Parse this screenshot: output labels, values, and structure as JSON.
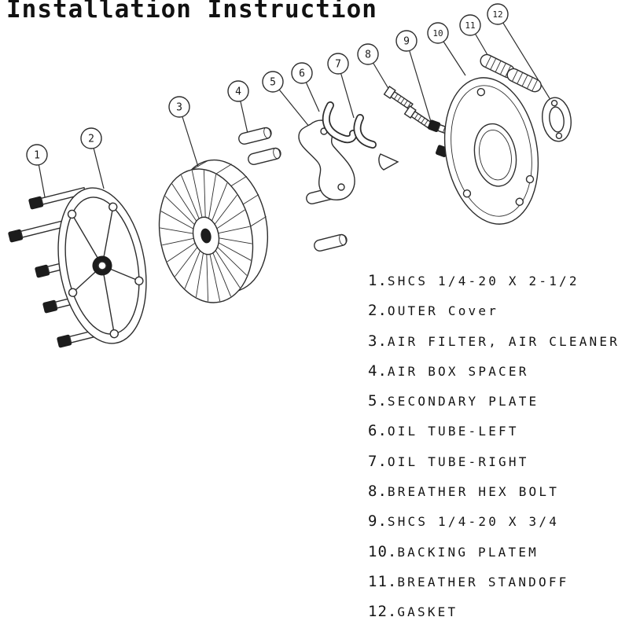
{
  "page": {
    "title": "Installation Instruction",
    "background_color": "#ffffff",
    "line_color": "#2d2d2d",
    "text_color": "#1a1a1a"
  },
  "diagram": {
    "callouts": [
      {
        "n": "1"
      },
      {
        "n": "2"
      },
      {
        "n": "3"
      },
      {
        "n": "4"
      },
      {
        "n": "5"
      },
      {
        "n": "6"
      },
      {
        "n": "7"
      },
      {
        "n": "8"
      },
      {
        "n": "9"
      },
      {
        "n": "10"
      },
      {
        "n": "11"
      },
      {
        "n": "12"
      }
    ]
  },
  "parts_list": {
    "items": [
      {
        "num": "1.",
        "label": "SHCS 1/4-20 X 2-1/2"
      },
      {
        "num": "2.",
        "label": "OUTER Cover"
      },
      {
        "num": "3.",
        "label": "AIR FILTER, AIR CLEANER"
      },
      {
        "num": "4.",
        "label": "AIR BOX SPACER"
      },
      {
        "num": "5.",
        "label": "SECONDARY PLATE"
      },
      {
        "num": "6.",
        "label": "OIL TUBE-LEFT"
      },
      {
        "num": "7.",
        "label": "OIL TUBE-RIGHT"
      },
      {
        "num": "8.",
        "label": "BREATHER HEX BOLT"
      },
      {
        "num": "9.",
        "label": "SHCS 1/4-20 X 3/4"
      },
      {
        "num": "10.",
        "label": "BACKING PLATEM"
      },
      {
        "num": "11.",
        "label": "BREATHER STANDOFF"
      },
      {
        "num": "12.",
        "label": "GASKET"
      }
    ]
  }
}
